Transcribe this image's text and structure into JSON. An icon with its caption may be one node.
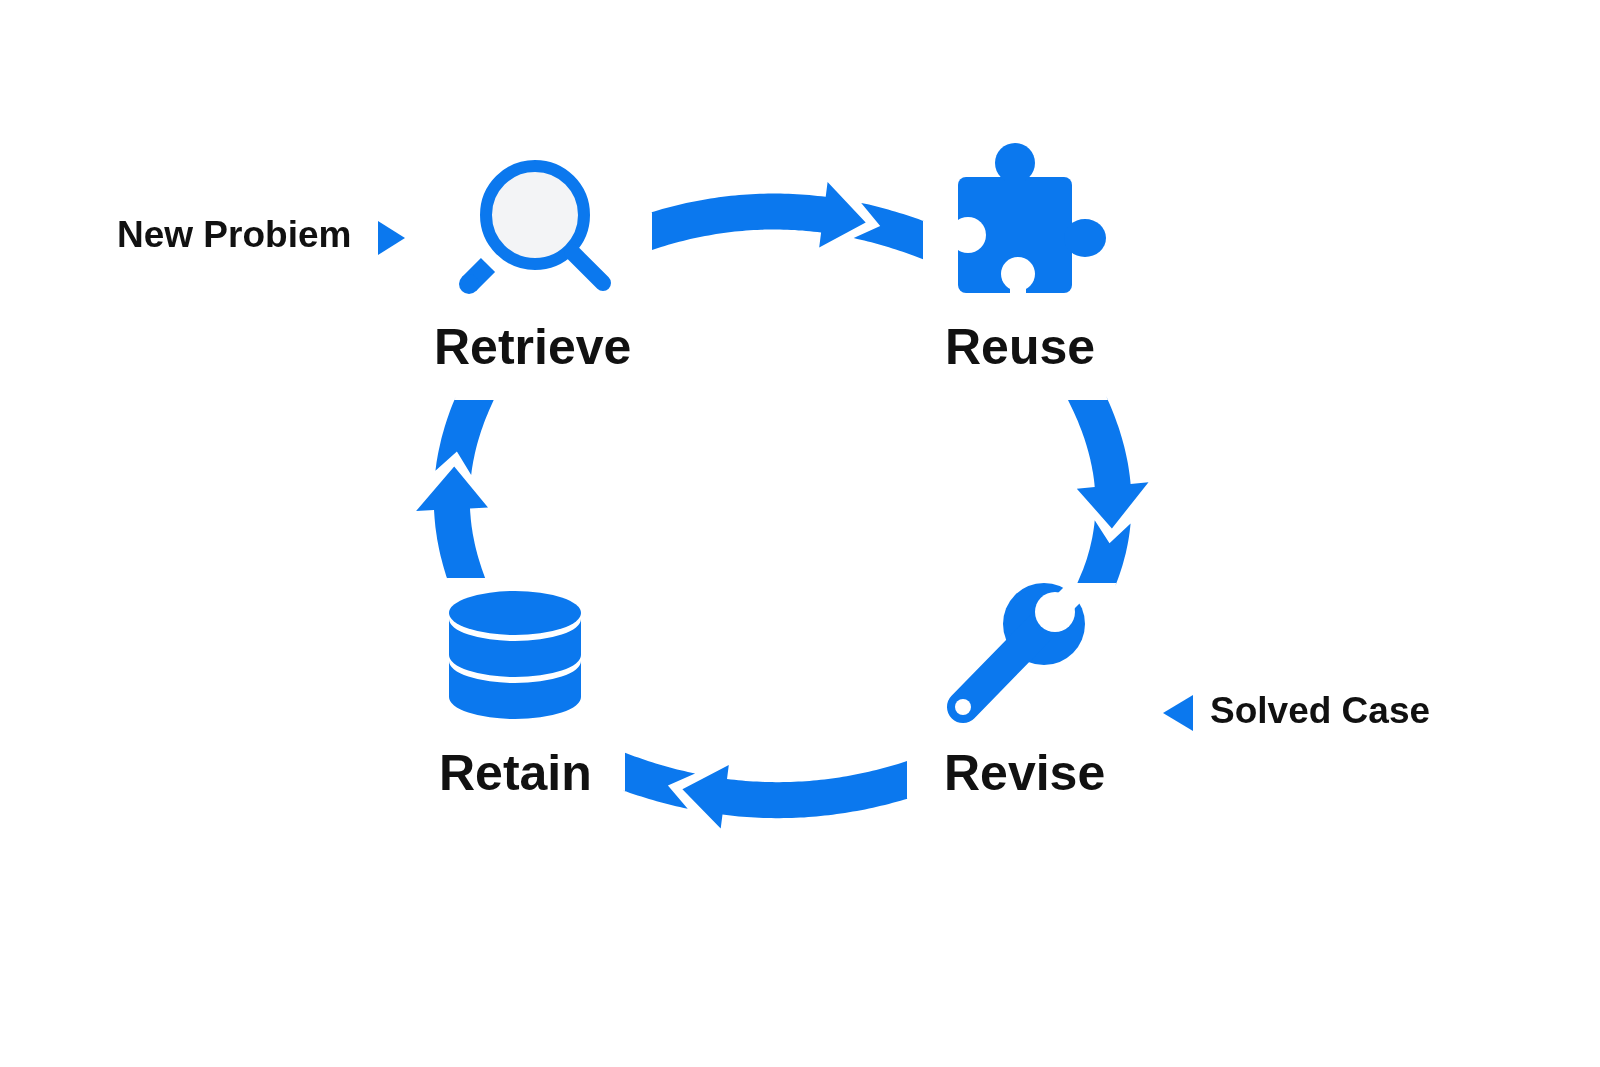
{
  "diagram": {
    "nodes": [
      {
        "text": [
          "New Probiem"
        ]
      },
      {
        "text": [
          "Retrieve"
        ]
      },
      {
        "text": [
          "Reuse"
        ]
      },
      {
        "text": [
          "Revise"
        ]
      },
      {
        "text": [
          "Retain"
        ]
      },
      {
        "text": [
          "Solved Case"
        ]
      }
    ],
    "edges": [
      {
        "from": 0,
        "to": 1,
        "arrow": "to"
      },
      {
        "from": 1,
        "to": 2,
        "arrow": "to"
      },
      {
        "from": 2,
        "to": 3,
        "arrow": "to"
      },
      {
        "from": 3,
        "to": 4,
        "arrow": "to"
      },
      {
        "from": 4,
        "to": 1,
        "arrow": "to"
      },
      {
        "from": 5,
        "to": 3,
        "arrow": "to"
      }
    ]
  }
}
